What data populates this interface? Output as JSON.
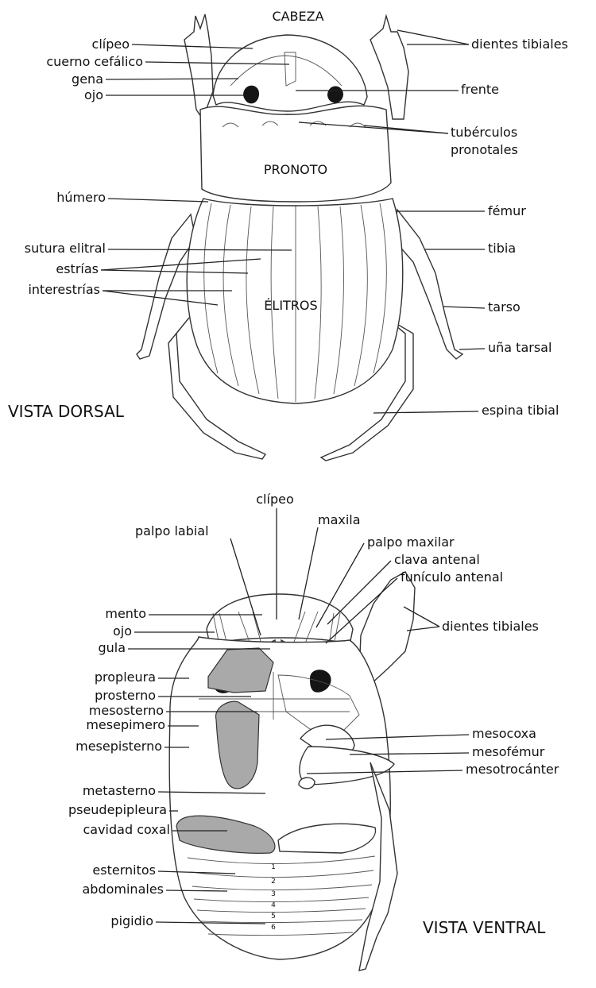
{
  "dorsal": {
    "title": "VISTA DORSAL",
    "head_title": "CABEZA",
    "pronoto": "PRONOTO",
    "elitros": "ÉLITROS",
    "left": {
      "clipeo": "clípeo",
      "cuerno": "cuerno cefálico",
      "gena": "gena",
      "ojo": "ojo",
      "humero": "húmero",
      "sutura": "sutura elitral",
      "estrias": "estrías",
      "interestrias": "interestrías"
    },
    "right": {
      "dientes": "dientes tibiales",
      "frente": "frente",
      "tuberculos_1": "tubérculos",
      "tuberculos_2": "pronotales",
      "femur": "fémur",
      "tibia": "tibia",
      "tarso": "tarso",
      "una": "uña tarsal",
      "espina": "espina tibial"
    }
  },
  "ventral": {
    "title": "VISTA VENTRAL",
    "top": {
      "clipeo": "clípeo",
      "palpo_labial": "palpo labial",
      "maxila": "maxila",
      "palpo_maxilar": "palpo maxilar",
      "clava": "clava antenal",
      "funiculo": "funículo antenal"
    },
    "left": {
      "mento": "mento",
      "ojo": "ojo",
      "gula": "gula",
      "propleura": "propleura",
      "prosterno": "prosterno",
      "mesosterno": "mesosterno",
      "mesepimero": "mesepimero",
      "mesepisterno": "mesepisterno",
      "metasterno": "metasterno",
      "pseudepipleura": "pseudepipleura",
      "cavidad": "cavidad coxal",
      "esternitos_1": "esternitos",
      "esternitos_2": "abdominales",
      "pigidio": "pigidio"
    },
    "right": {
      "dientes": "dientes tibiales",
      "mesocoxa": "mesocoxa",
      "mesofemur": "mesofémur",
      "mesotrocanter": "mesotrocánter"
    },
    "segment_numbers": [
      "1",
      "2",
      "3",
      "4",
      "5",
      "6"
    ]
  }
}
